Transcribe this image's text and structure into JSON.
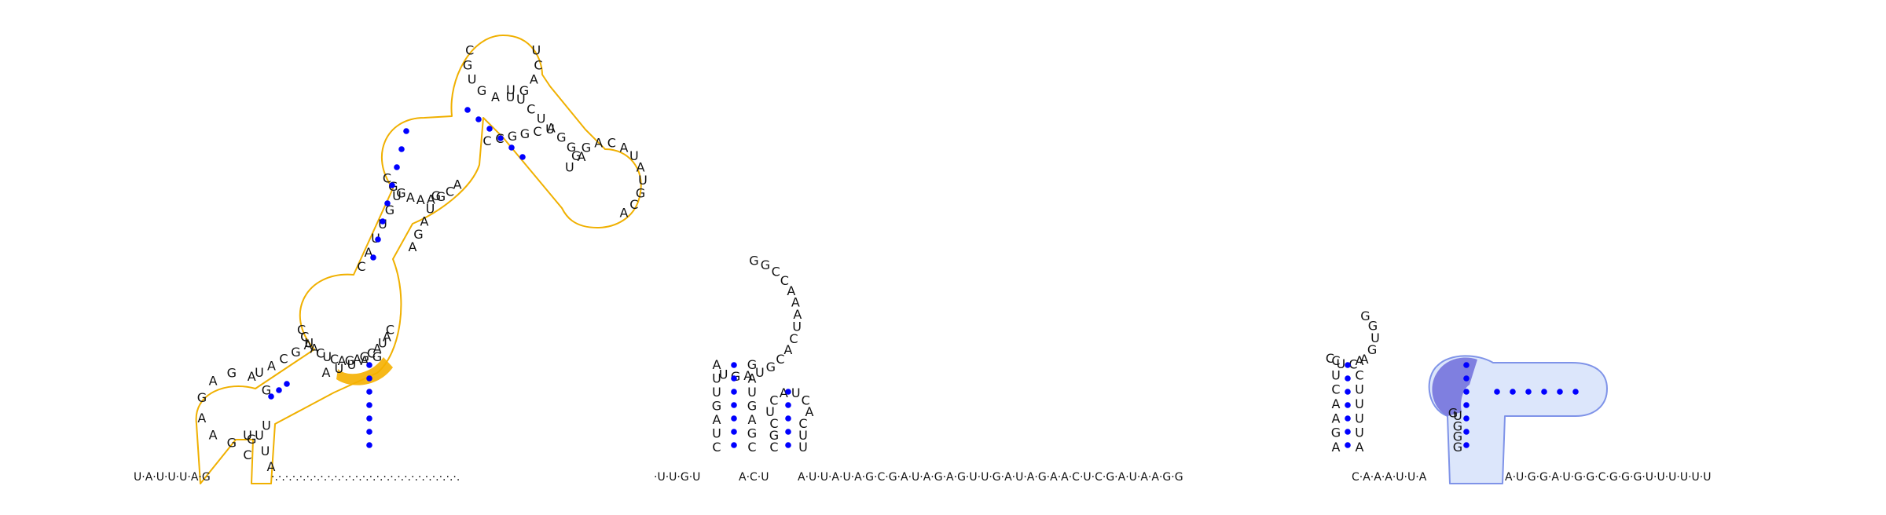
{
  "diagram": {
    "backbone": {
      "segments": [
        {
          "id": "b1",
          "text": "U·A·U·U·U·A·G"
        },
        {
          "id": "b2",
          "text": "·.·.·.·.·.·.·.·.·.·.·.·.·.·.·.·.·.·.·.·.·.·.·.·.·.·.·."
        },
        {
          "id": "b3",
          "text": "·U·U·G·U"
        },
        {
          "id": "b4",
          "text": "A·C·U"
        },
        {
          "id": "b5",
          "text": "A·U·U·A·U·A·G·C·G·A·U·A·G·A·G·U·U·G·A·U·A·G·A·A·C·U·C·G·A·U·A·A·G·G"
        },
        {
          "id": "b6",
          "text": "C·A·A·A·U·U·A"
        },
        {
          "id": "b7",
          "text": "A·U·G·G·A·U·G·G·C·G·G·G·U·U·U·U·U·U"
        }
      ]
    },
    "nucleotides": [
      "C",
      "U",
      "U",
      "G",
      "G",
      "A",
      "A",
      "G",
      "A",
      "G",
      "A",
      "G",
      "U",
      "A",
      "C",
      "G",
      "A",
      "C",
      "C",
      "U",
      "A",
      "C",
      "U",
      "C",
      "A",
      "G",
      "A",
      "G",
      "C",
      "A",
      "U",
      "A",
      "C",
      "C",
      "A",
      "U",
      "U",
      "G",
      "U",
      "C",
      "G",
      "G",
      "A",
      "A",
      "A",
      "G",
      "C",
      "A",
      "C",
      "G",
      "U",
      "G",
      "A",
      "U",
      "G",
      "A",
      "C",
      "U",
      "U",
      "U",
      "C",
      "U",
      "A",
      "G",
      "G",
      "A",
      "U",
      "G",
      "G",
      "A",
      "C",
      "A",
      "U",
      "A",
      "U",
      "G",
      "C",
      "A",
      "U",
      "C",
      "G",
      "G",
      "C",
      "C",
      "A",
      "G",
      "A",
      "U",
      "G",
      "A",
      "U",
      "U",
      "A",
      "G",
      "U",
      "U",
      "A",
      "C",
      "U",
      "A",
      "G",
      "U",
      "U",
      "A",
      "U",
      "G",
      "A",
      "U",
      "G",
      "C",
      "A",
      "C",
      "U",
      "A",
      "A",
      "A",
      "C",
      "C",
      "G",
      "G",
      "G",
      "A",
      "U",
      "G",
      "A",
      "G",
      "C",
      "C",
      "G",
      "C",
      "U",
      "C",
      "A",
      "U",
      "C",
      "A",
      "C",
      "U",
      "U",
      "A",
      "G",
      "A",
      "A",
      "C",
      "U",
      "C",
      "C",
      "U",
      "C",
      "A",
      "G",
      "U",
      "G",
      "G",
      "A",
      "C",
      "U",
      "U",
      "U",
      "U",
      "A",
      "G",
      "G",
      "G",
      "U",
      "G"
    ],
    "colors": {
      "pair_dot": "#0000ff",
      "domain1_outline": "#f0b000",
      "domain1_highlight": "#f5b000",
      "domain2_fill": "#dce6fb",
      "domain2_outline": "#7f93e8",
      "domain2_highlight": "#7f7fe0",
      "text": "#111111"
    }
  }
}
